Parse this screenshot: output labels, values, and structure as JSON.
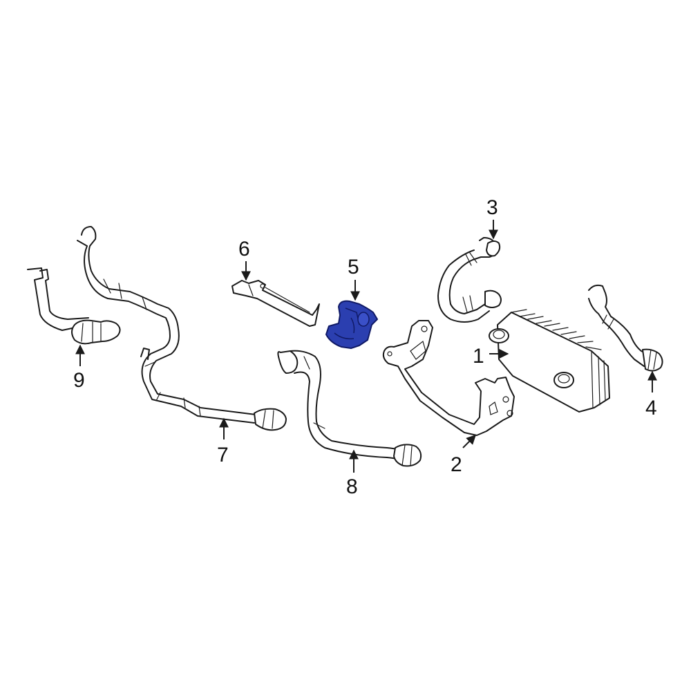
{
  "colors": {
    "line": "#1a1a1a",
    "highlight": "#2b3fb0",
    "highlight_stroke": "#101a66",
    "background": "#ffffff"
  },
  "callouts": [
    {
      "id": "1",
      "label": "1"
    },
    {
      "id": "2",
      "label": "2"
    },
    {
      "id": "3",
      "label": "3"
    },
    {
      "id": "4",
      "label": "4"
    },
    {
      "id": "5",
      "label": "5"
    },
    {
      "id": "6",
      "label": "6"
    },
    {
      "id": "7",
      "label": "7"
    },
    {
      "id": "8",
      "label": "8"
    },
    {
      "id": "9",
      "label": "9"
    }
  ],
  "highlighted_part": "5"
}
